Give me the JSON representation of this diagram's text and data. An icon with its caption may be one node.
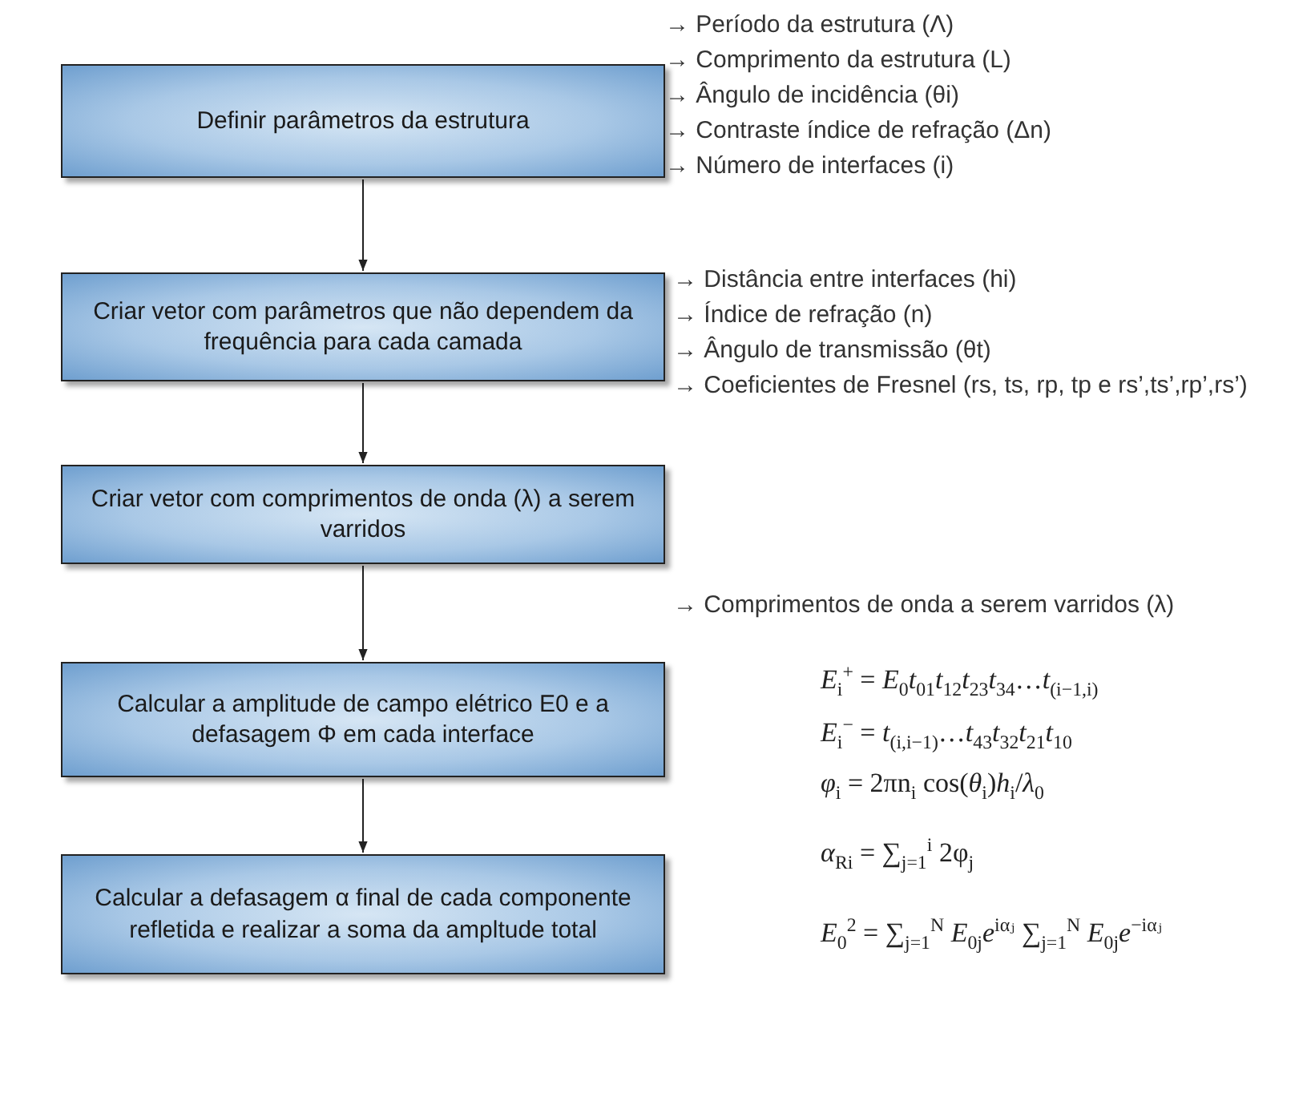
{
  "diagram": {
    "nodes": [
      {
        "text": [
          "Definir parâmetros da estrutura"
        ],
        "beside": [
          "→ Período da estrutura (Λ)",
          "→ Comprimento da estrutura (L)",
          "→ Ângulo de incidência (θi)",
          "→ Contraste índice de refração (Δn)",
          "→ Número de interfaces (i)"
        ]
      },
      {
        "text": [
          "Criar vetor com parâmetros que não dependem da frequência para cada camada"
        ],
        "beside": [
          "→ Distância entre interfaces (hi)",
          "→ Índice de refração (n)",
          "→ Ângulo de transmissão (θt)",
          "→ Coeficientes de Fresnel (rs, ts, rp, tp e rs’,ts’,rp’,rs’)"
        ]
      },
      {
        "text": [
          "Criar vetor com comprimentos de onda (λ) a serem varridos"
        ],
        "beside": [
          "→ Comprimentos de onda a serem varridos (λ)"
        ]
      },
      {
        "text": [
          "Calcular a amplitude de campo elétrico E0 e a defasagem Φ em cada interface"
        ],
        "beside": [
          "*E*$_{i}$$^{+}$ = *E*$_{0}$*t*$_{01}$*t*$_{12}$*t*$_{23}$*t*$_{34}$…*t*$_{(i−1,i)}$",
          "*E*$_{i}$$^{−}$ = *t*$_{(i,i−1)}$…*t*$_{43}$*t*$_{32}$*t*$_{21}$*t*$_{10}$",
          "*φ*$_{i}$ = 2πn$_{i}$ cos(*θ*$_{i}$)*h*$_{i}$/*λ*$_{0}$"
        ]
      },
      {
        "text": [
          "Calcular a defasagem α final de cada componente refletida e realizar a soma da ampltude total"
        ],
        "beside": [
          "*α*$_{Ri}$ = ∑$_{j=1}$$^{i}$ 2φ$_{j}$",
          "*E*$_{0}$$^{2}$ = ∑$_{j=1}$$^{N}$ *E*$_{0j}$*e*$^{iαⱼ}$ ∑$_{j=1}$$^{N}$ *E*$_{0j}$*e*$^{−iαⱼ}$"
        ]
      }
    ],
    "edges": [
      {
        "from": 0,
        "to": 1,
        "arrow": "to"
      },
      {
        "from": 1,
        "to": 2,
        "arrow": "to"
      },
      {
        "from": 2,
        "to": 3,
        "arrow": "to"
      },
      {
        "from": 3,
        "to": 4,
        "arrow": "to"
      }
    ]
  }
}
